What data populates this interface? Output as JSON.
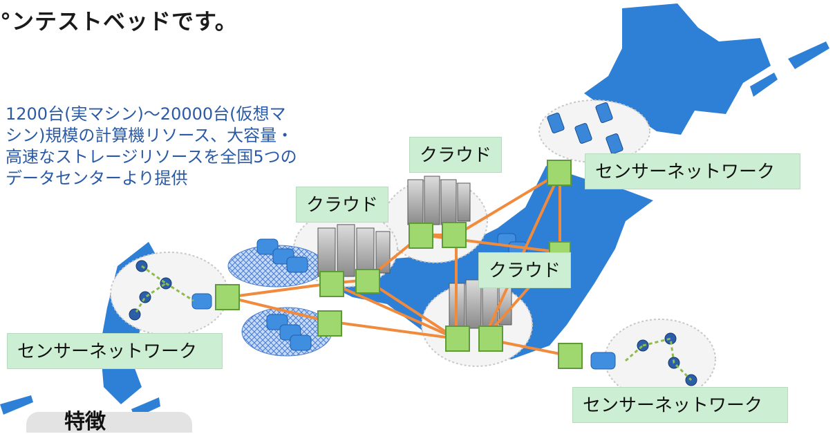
{
  "header": {
    "title": "°ンテストベッドです。"
  },
  "description": {
    "lines": [
      "1200台(実マシン)～20000台(仮想マ",
      "シン)規模の計算機リソース、大容量・",
      "高速なストレージリソースを全国5つの",
      "データセンターより提供"
    ]
  },
  "labels": {
    "cloud_center": "クラウド",
    "cloud_left": "クラウド",
    "cloud_right": "クラウド",
    "sensor_ne": "センサーネットワーク",
    "sensor_w": "センサーネットワーク",
    "sensor_se": "センサーネットワーク"
  },
  "bottom_tab": {
    "label": "特徴"
  },
  "colors": {
    "map_blue": "#2e7fd6",
    "link_orange": "#f08a3c",
    "node_green": "#9ed86e",
    "label_bg": "#ccefd4",
    "text_blue": "#2a5aa6"
  }
}
